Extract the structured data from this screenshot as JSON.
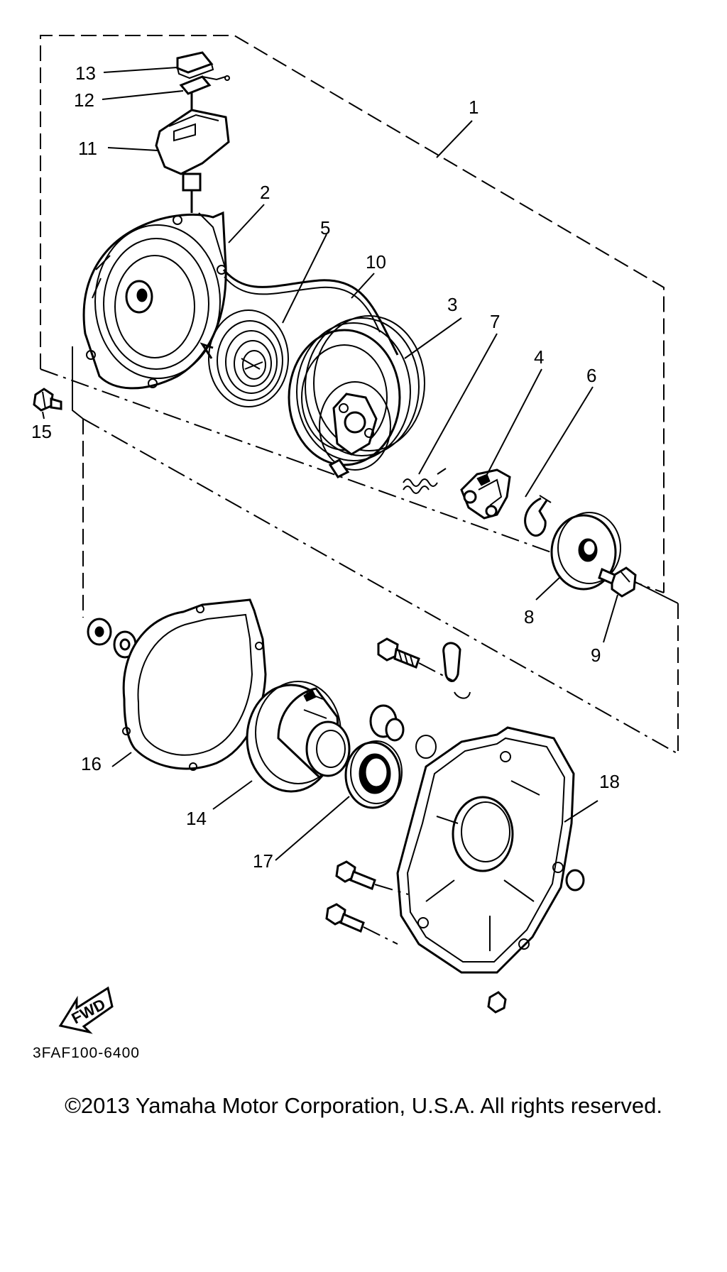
{
  "diagram": {
    "callouts": [
      {
        "id": "1",
        "label": "1"
      },
      {
        "id": "2",
        "label": "2"
      },
      {
        "id": "3",
        "label": "3"
      },
      {
        "id": "4",
        "label": "4"
      },
      {
        "id": "5",
        "label": "5"
      },
      {
        "id": "6",
        "label": "6"
      },
      {
        "id": "7",
        "label": "7"
      },
      {
        "id": "8",
        "label": "8"
      },
      {
        "id": "9",
        "label": "9"
      },
      {
        "id": "10",
        "label": "10"
      },
      {
        "id": "11",
        "label": "11"
      },
      {
        "id": "12",
        "label": "12"
      },
      {
        "id": "13",
        "label": "13"
      },
      {
        "id": "14",
        "label": "14"
      },
      {
        "id": "15",
        "label": "15"
      },
      {
        "id": "16",
        "label": "16"
      },
      {
        "id": "17",
        "label": "17"
      },
      {
        "id": "18",
        "label": "18"
      }
    ],
    "fwd_label": "FWD",
    "drawing_code": "3FAF100-6400"
  },
  "copyright": "©2013 Yamaha Motor Corporation, U.S.A. All rights reserved."
}
